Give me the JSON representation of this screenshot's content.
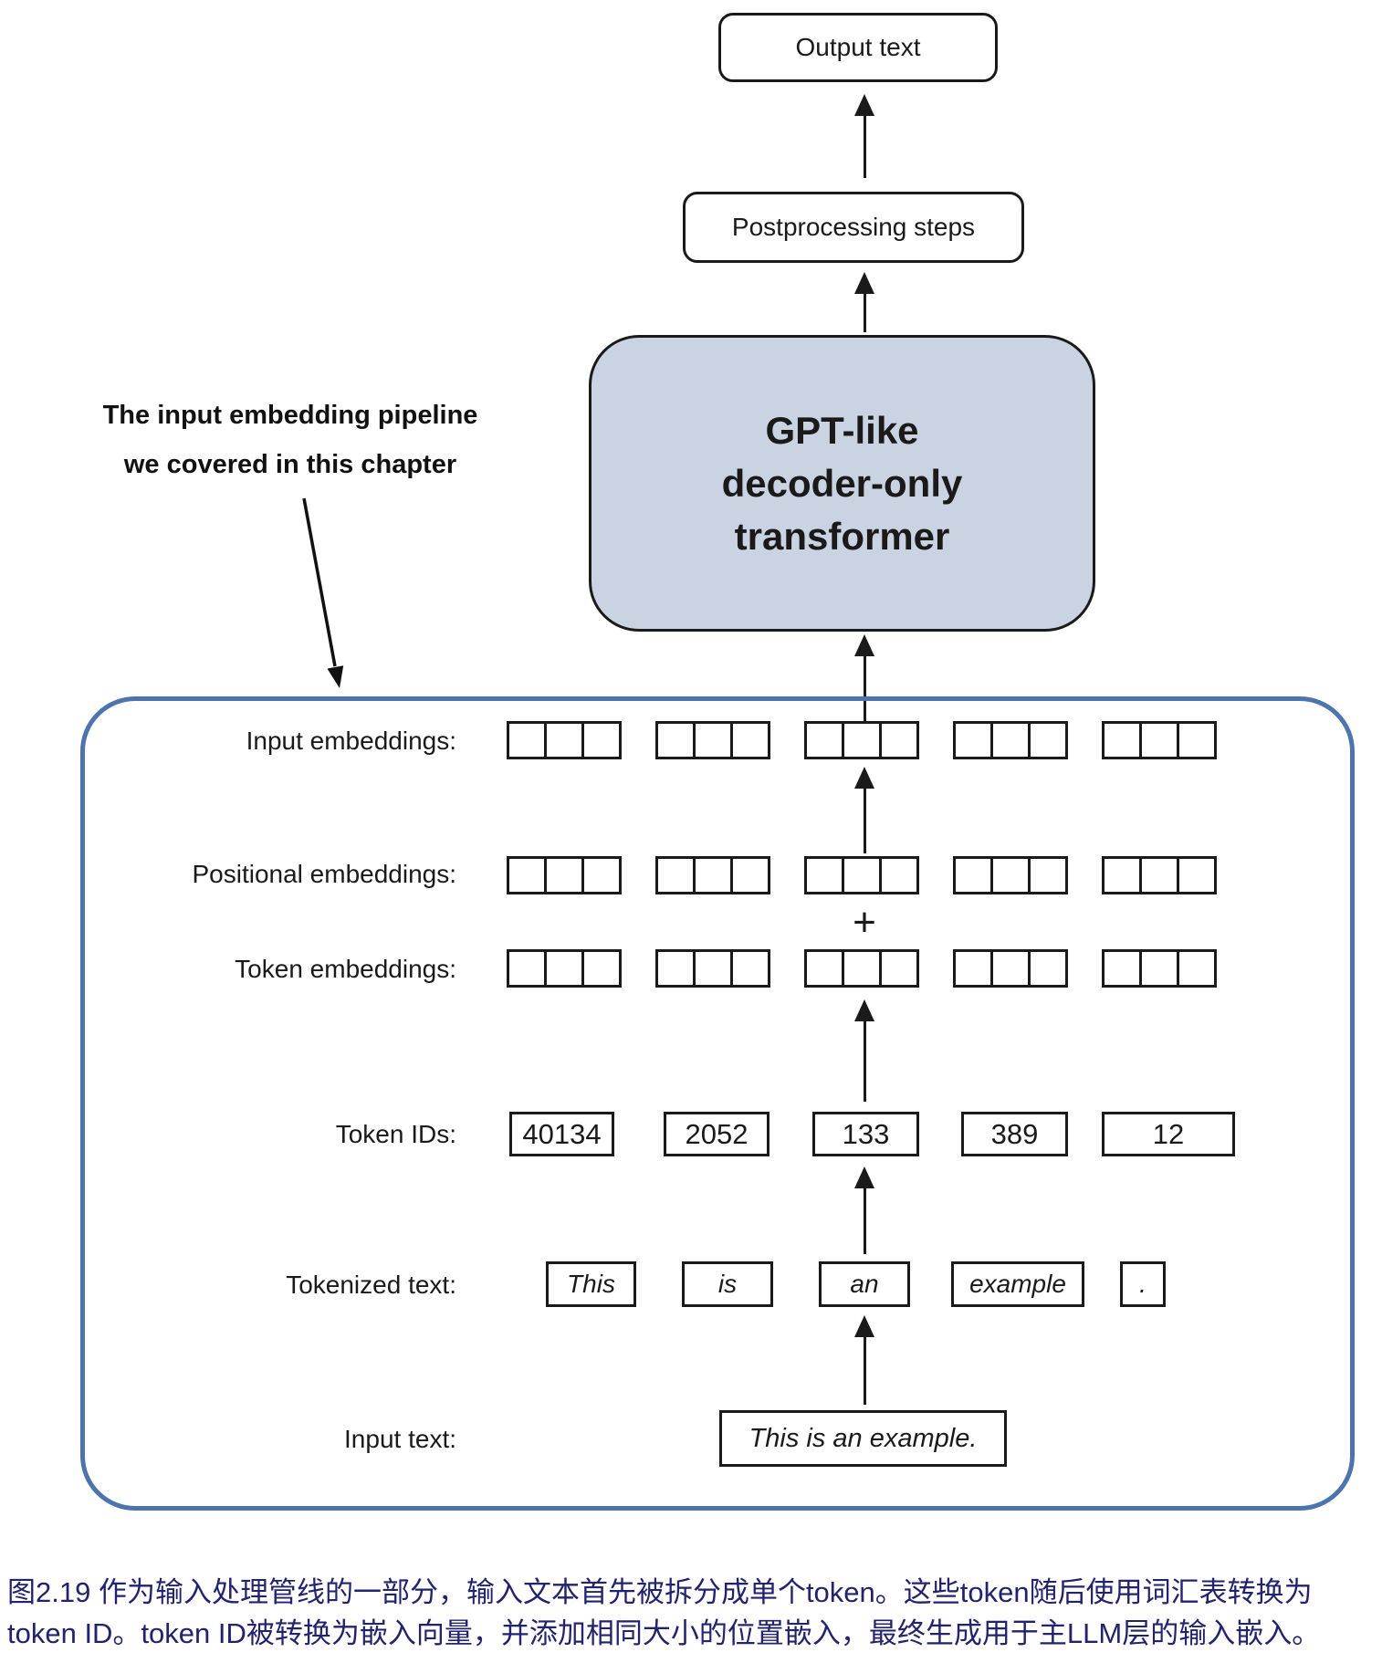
{
  "figure": {
    "output_box_label": "Output text",
    "postprocessing_box_label": "Postprocessing steps",
    "transformer_lines": [
      "GPT-like",
      "decoder-only",
      "transformer"
    ],
    "annotation_line1": "The input embedding pipeline",
    "annotation_line2": "we covered in this chapter",
    "plus_sign": "+",
    "labels": {
      "input_embeddings": "Input embeddings:",
      "positional_embeddings": "Positional embeddings:",
      "token_embeddings": "Token embeddings:",
      "token_ids": "Token IDs:",
      "tokenized_text": "Tokenized text:",
      "input_text": "Input text:"
    },
    "embedding_rows": {
      "groups": 5,
      "cells_per_group": 3
    },
    "token_ids": [
      "40134",
      "2052",
      "133",
      "389",
      "12"
    ],
    "tokens": [
      "This",
      "is",
      "an",
      "example",
      "."
    ],
    "input_text_value": "This is an example."
  },
  "caption": {
    "line1": "图2.19 作为输入处理管线的一部分，输入文本首先被拆分成单个token。这些token随后使用词汇表转换为",
    "line2": "token ID。token ID被转换为嵌入向量，并添加相同大小的位置嵌入，最终生成用于主LLM层的输入嵌入。"
  },
  "colors": {
    "transformer_fill": "#c9d3e2",
    "container_border": "#4d74ad",
    "caption_text": "#22226e",
    "ink": "#1a1a1a"
  }
}
